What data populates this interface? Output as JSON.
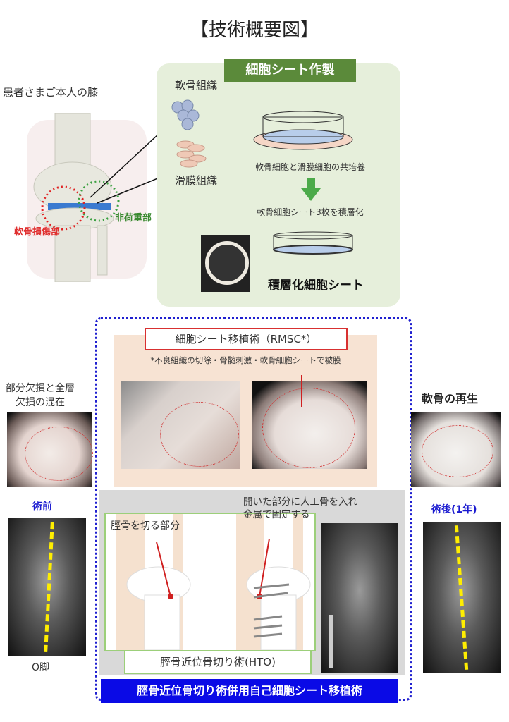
{
  "title": "【技術概要図】",
  "patient_knee": {
    "label": "患者さまご本人の膝",
    "damaged": "軟骨損傷部",
    "non_weight": "非荷重部"
  },
  "sheet_prep": {
    "header": "細胞シート作製",
    "cartilage": "軟骨組織",
    "synovium": "滑膜組織",
    "coculture": "軟骨細胞と滑膜細胞の共培養",
    "layer": "軟骨細胞シート3枚を積層化",
    "result": "積層化細胞シート"
  },
  "rmsc": {
    "title": "細胞シート移植術（RMSC*）",
    "note": "*不良組織の切除・骨髄刺激・軟骨細胞シートで被膜"
  },
  "hto": {
    "cut_label": "脛骨を切る部分",
    "fix_label_1": "開いた部分に人工骨を入れ",
    "fix_label_2": "金属で固定する",
    "title": "脛骨近位骨切り術(HTO)"
  },
  "banner": "脛骨近位骨切り術併用自己細胞シート移植術",
  "left": {
    "defect_1": "部分欠損と全層",
    "defect_2": "欠損の混在",
    "pre": "術前",
    "oleg": "O脚"
  },
  "right": {
    "regen": "軟骨の再生",
    "post": "術後(1年)"
  },
  "colors": {
    "green_panel": "#e6efdb",
    "green_header": "#5b8a3a",
    "banner": "#0a0ae6",
    "peach": "#f7e3d3"
  }
}
